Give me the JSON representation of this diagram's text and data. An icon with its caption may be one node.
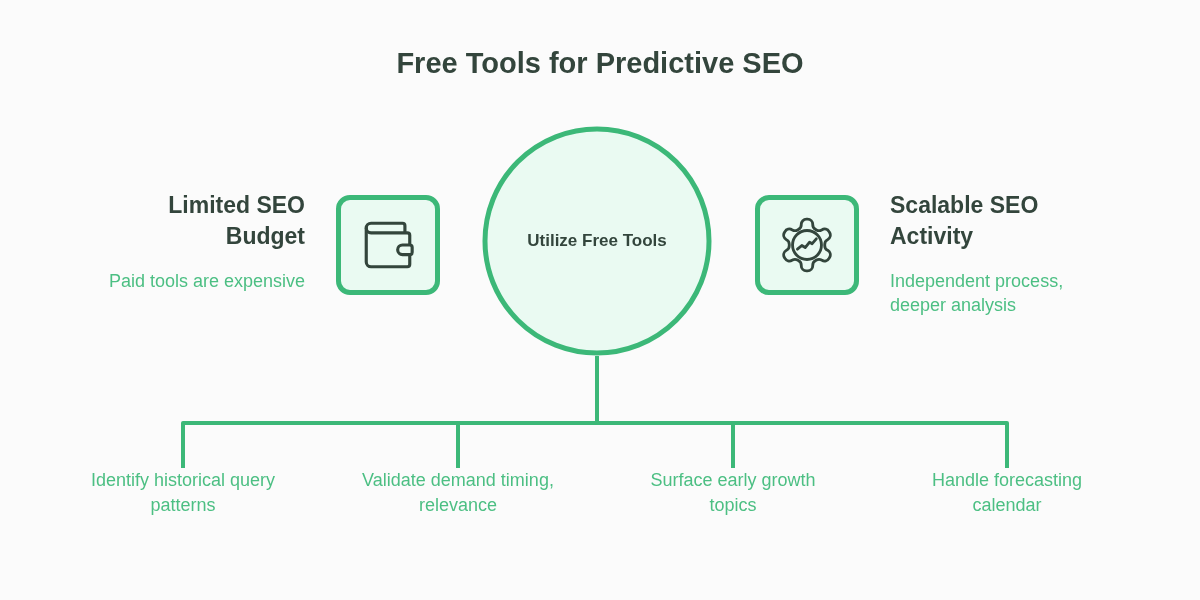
{
  "diagram": {
    "title": "Free Tools for Predictive SEO",
    "nodes": [
      {
        "text": [
          "Limited SEO Budget",
          "Paid tools are expensive"
        ]
      },
      {
        "text": [
          "Utilize Free Tools"
        ]
      },
      {
        "text": [
          "Scalable SEO Activity",
          "Independent process, deeper analysis"
        ]
      },
      {
        "text": [
          "Identify historical query patterns"
        ]
      },
      {
        "text": [
          "Validate demand timing, relevance"
        ]
      },
      {
        "text": [
          "Surface early growth topics"
        ]
      },
      {
        "text": [
          "Handle forecasting calendar"
        ]
      }
    ],
    "edges": [
      {
        "from": 1,
        "to": 3,
        "arrow": "none"
      },
      {
        "from": 1,
        "to": 4,
        "arrow": "none"
      },
      {
        "from": 1,
        "to": 5,
        "arrow": "none"
      },
      {
        "from": 1,
        "to": 6,
        "arrow": "none"
      }
    ]
  }
}
